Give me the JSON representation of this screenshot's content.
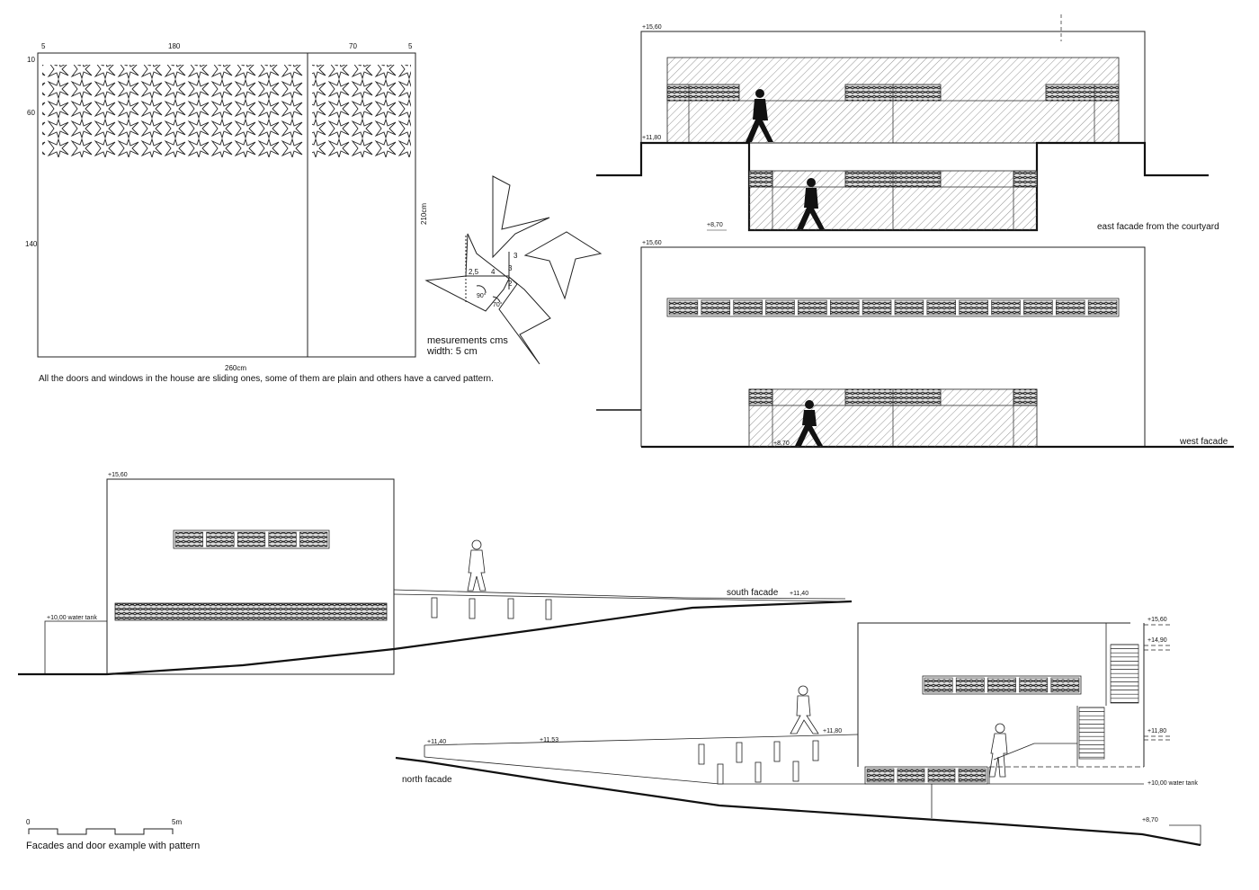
{
  "door": {
    "dims": [
      "5",
      "180",
      "70",
      "5"
    ],
    "heights": [
      "10",
      "60",
      "140"
    ],
    "width_label": "260cm",
    "height_label": "210cm",
    "note": "All the doors and windows in the house are sliding ones, some of them are plain and others have a carved pattern."
  },
  "module": {
    "labels": [
      "2,5",
      "4",
      "3",
      "3",
      "2",
      "90°",
      "70°"
    ],
    "caption": "mesurements cms",
    "width": "width: 5 cm"
  },
  "east": {
    "caption": "east facade from the courtyard",
    "levels": [
      "+15,60",
      "+11,80",
      "+8,70"
    ]
  },
  "west": {
    "caption": "west facade",
    "levels": [
      "+15,60",
      "+8,70"
    ]
  },
  "south": {
    "caption": "south facade",
    "levels": [
      "+15,60",
      "+11,40",
      "+10,00 water tank"
    ]
  },
  "north": {
    "caption": "north facade",
    "levels": [
      "+11,40",
      "+11,53",
      "+11,80",
      "+15,60",
      "+14,90",
      "+11,80",
      "+10,00 water tank",
      "+8,70"
    ]
  },
  "scale": {
    "start": "0",
    "end": "5m"
  },
  "title": "Facades and door example with pattern"
}
